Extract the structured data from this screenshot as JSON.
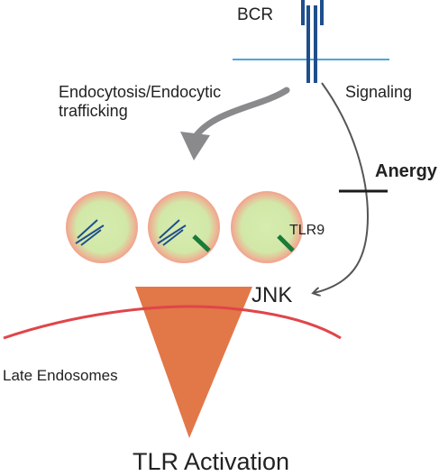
{
  "labels": {
    "bcr": "BCR",
    "endocytosis": "Endocytosis/Endocytic\ntrafficking",
    "signaling": "Signaling",
    "anergy": "Anergy",
    "tlr9": "TLR9",
    "jnk": "JNK",
    "late_endosomes": "Late Endosomes",
    "tlr_activation": "TLR Activation"
  },
  "colors": {
    "bcr_blue": "#1f4e8c",
    "membrane_blue": "#4aa8d8",
    "arrow_gray": "#8a8a8c",
    "line_dark": "#555555",
    "vesicle_fill": "#cfe8a8",
    "vesicle_edge": "#f0a890",
    "tlr9_green": "#1a7a3a",
    "endosome_red": "#e0454a",
    "cone_orange": "#e0703e"
  },
  "icons": {
    "bcr": "receptor-bars",
    "bcr_vesicle_1": "bcr-in-vesicle",
    "tlr9": "tlr9-receptor"
  }
}
